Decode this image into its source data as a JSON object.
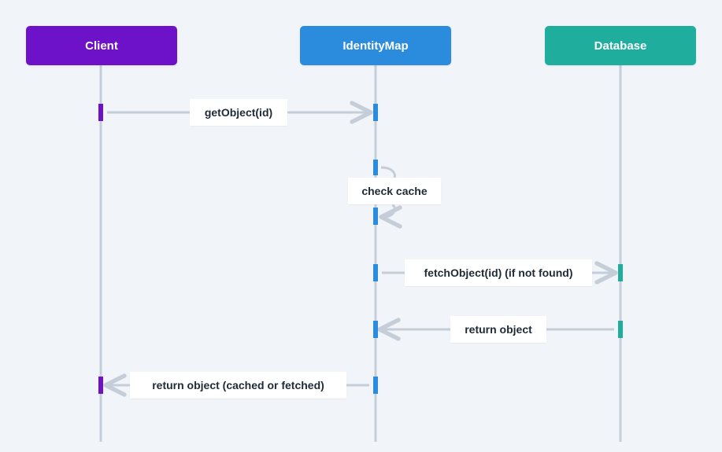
{
  "colors": {
    "background": "#f1f4f8",
    "lifeline": "#c5ced8",
    "arrow": "#c5ced8",
    "client": "#6e12c9",
    "identity_map": "#2b8bdc",
    "database": "#1fae9e",
    "label_bg": "#ffffff",
    "label_text": "#1f2a37"
  },
  "participants": [
    {
      "id": "client",
      "label": "Client",
      "color": "#6e12c9"
    },
    {
      "id": "identity_map",
      "label": "IdentityMap",
      "color": "#2b8bdc"
    },
    {
      "id": "database",
      "label": "Database",
      "color": "#1fae9e"
    }
  ],
  "messages": [
    {
      "from": "client",
      "to": "identity_map",
      "label": "getObject(id)",
      "kind": "call"
    },
    {
      "from": "identity_map",
      "to": "identity_map",
      "label": "check cache",
      "kind": "self"
    },
    {
      "from": "identity_map",
      "to": "database",
      "label": "fetchObject(id) (if not found)",
      "kind": "call"
    },
    {
      "from": "database",
      "to": "identity_map",
      "label": "return object",
      "kind": "return"
    },
    {
      "from": "identity_map",
      "to": "client",
      "label": "return object (cached or fetched)",
      "kind": "return"
    }
  ]
}
